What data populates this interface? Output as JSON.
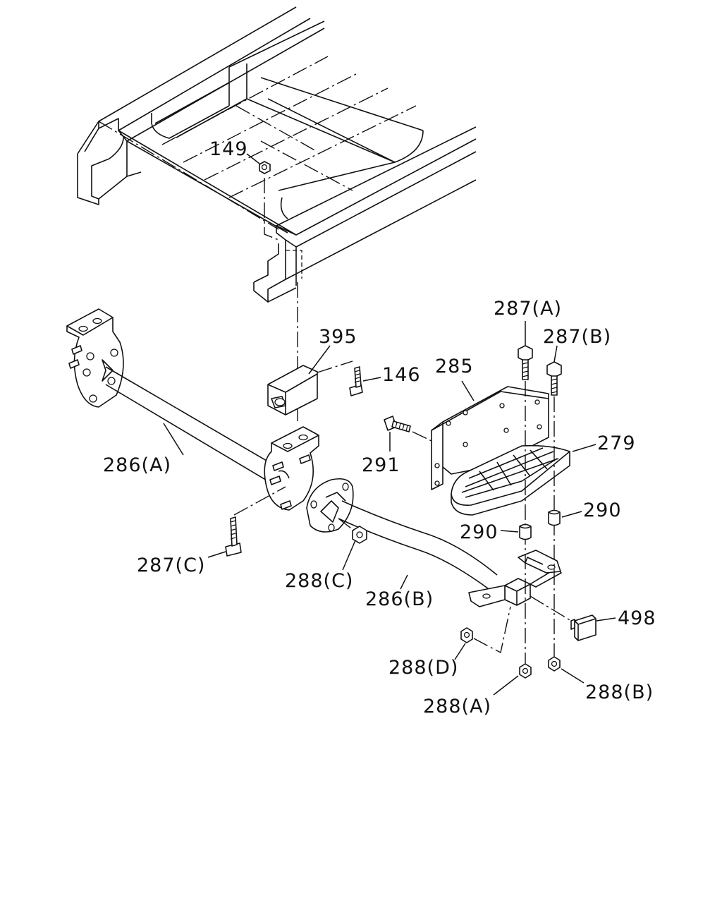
{
  "labels": {
    "p149": "149",
    "p395": "395",
    "p146": "146",
    "p285": "285",
    "p287a": "287(A)",
    "p287b": "287(B)",
    "p279": "279",
    "p291": "291",
    "p286a": "286(A)",
    "p290a": "290",
    "p290b": "290",
    "p287c": "287(C)",
    "p288c": "288(C)",
    "p286b": "286(B)",
    "p498": "498",
    "p288d": "288(D)",
    "p288a": "288(A)",
    "p288b": "288(B)"
  }
}
